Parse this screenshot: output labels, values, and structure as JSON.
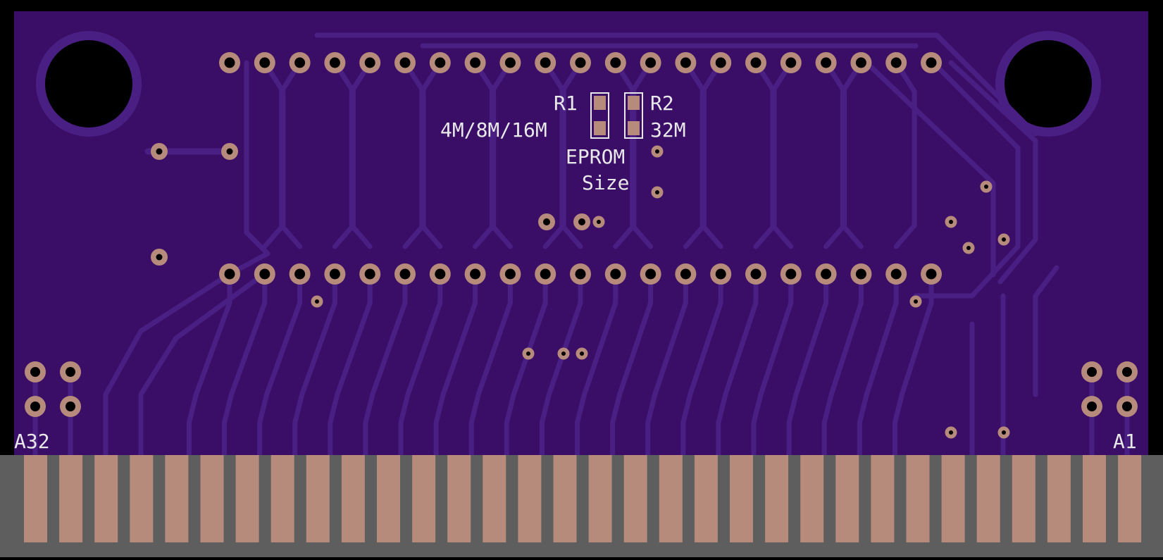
{
  "board": {
    "colors": {
      "outline": "#000000",
      "board": "#3A0E66",
      "trace": "#4A1F83",
      "copper": "#B68B7C",
      "finger_bg": "#5E5E5E",
      "silk": "#E8E8E8",
      "hole": "#000000"
    },
    "labels": {
      "r1": "R1",
      "r2": "R2",
      "size_small": "4M/8M/16M",
      "size_large": "32M",
      "eprom": "EPROM",
      "size": "Size",
      "pin_a32": "A32",
      "pin_a1": "A1"
    },
    "dip_pins_per_row": 21,
    "edge_fingers": 32
  }
}
